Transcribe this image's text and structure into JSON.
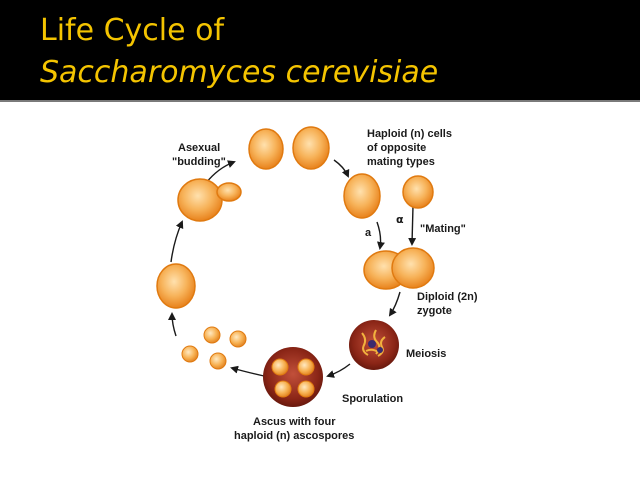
{
  "title": {
    "line1": "Life Cycle of",
    "line2": "Saccharomyces cerevisiae"
  },
  "labels": {
    "asexual_1": "Asexual",
    "asexual_2": "\"budding\"",
    "haploid_1": "Haploid (n) cells",
    "haploid_2": "of opposite",
    "haploid_3": "mating types",
    "mating_type_a": "a",
    "mating_type_alpha": "α",
    "mating": "\"Mating\"",
    "diploid_1": "Diploid (2n)",
    "diploid_2": "zygote",
    "meiosis": "Meiosis",
    "sporulation": "Sporulation",
    "ascus_1": "Ascus with four",
    "ascus_2": "haploid (n) ascospores"
  },
  "colors": {
    "title_text": "#f4c400",
    "title_bar": "#000000",
    "cell_orange": "#f39a2c",
    "cell_light": "#ffd9a0",
    "ascus_dark": "#7a1d10",
    "arrow": "#1a1a1a"
  }
}
